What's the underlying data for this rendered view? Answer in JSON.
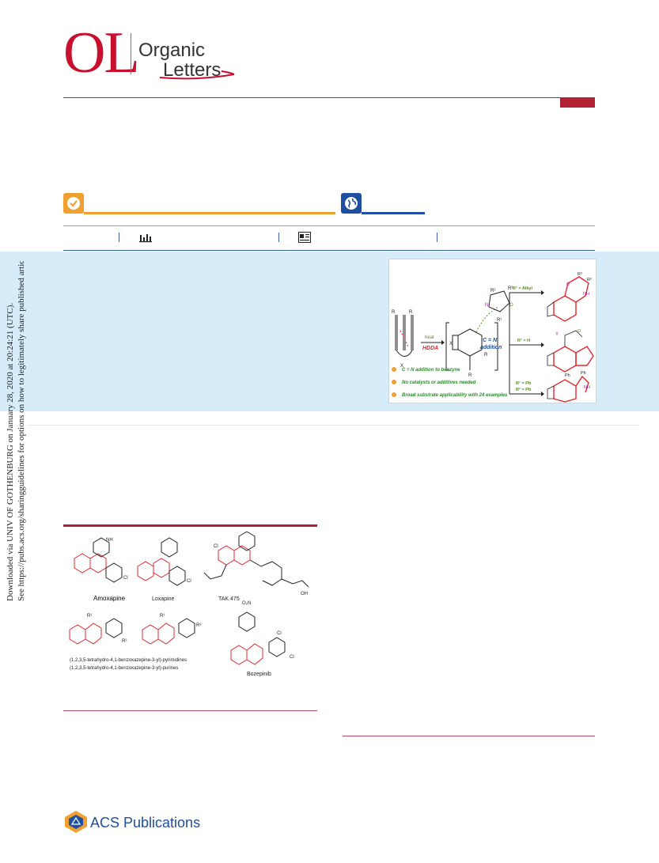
{
  "header": {
    "logo_mark": "OL",
    "logo_word1": "Organic",
    "logo_word2": "Letters"
  },
  "watermark": {
    "line1": "Downloaded via UNIV OF GOTHENBURG on January 28, 2020 at 20:24:21 (UTC).",
    "line2": "See https://pubs.acs.org/sharingguidelines for options on how to legitimately share published articles."
  },
  "toc": {
    "heat": "heat",
    "hdda": "HDDA",
    "addition1": "C = N",
    "addition2": "addition",
    "cond_alkyl": "R¹ = Alkyl",
    "cond_h": "R¹ = H",
    "cond_ph1": "R¹ = Ph",
    "cond_ph2": "R² = Ph",
    "bullet1": "C = N addition to benzyne",
    "bullet2": "No catalysts or additives needed",
    "bullet3": "Broad substrate applicability with 24 examples",
    "ph_a": "Ph",
    "ph_b": "Ph",
    "nh_1": "NH",
    "nh_2": "NH",
    "o_1": "O",
    "o_2": "O",
    "y_label": "Y"
  },
  "figure": {
    "labels": {
      "amoxapine": "Amoxapine",
      "loxapine": "Loxapine",
      "tak475": "TAK 475",
      "pyrimidines": "(1,2,3,5-tetrahydro-4,1-benzoxazepine-3-yl)-pyrimidines",
      "purines": "(1,2,3,5-tetrahydro-4,1-benzoxazepine-3-yl)-purines",
      "bozepinib": "Bozepinib"
    },
    "atoms": {
      "nh": "NH",
      "cl1": "Cl",
      "cl2": "Cl",
      "cl3": "Cl",
      "oh": "OH",
      "r1a": "R¹",
      "r1b": "R¹",
      "r2": "R²",
      "r3": "R³",
      "o2n": "O₂N",
      "cl4": "Cl",
      "cl5": "Cl"
    }
  },
  "footer": {
    "publisher": "ACS Publications"
  },
  "colors": {
    "brand_red": "#c8102e",
    "rule_red": "#a8232f",
    "open_access_orange": "#f0a030",
    "globe_blue": "#1f4fa0",
    "band_blue": "#d6ecf8",
    "highlight_red": "#e0282e"
  }
}
